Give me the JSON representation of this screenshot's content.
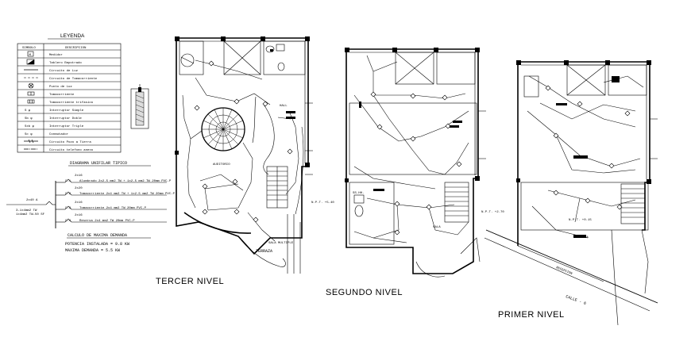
{
  "legend": {
    "title": "LEYENDA",
    "col_symbol": "SIMBOLO",
    "col_description": "DESCRIPCION",
    "rows": [
      {
        "symbol_icon": "meter-icon",
        "description": "Medidor"
      },
      {
        "symbol_icon": "panel-icon",
        "description": "Tablero Empotrado"
      },
      {
        "symbol_icon": "line-solid-icon",
        "description": "Circuito de Luz"
      },
      {
        "symbol_icon": "line-dashed-icon",
        "description": "Circuito de Tomacorriente"
      },
      {
        "symbol_icon": "light-point-icon",
        "description": "Punto de Luz"
      },
      {
        "symbol_icon": "outlet-icon",
        "description": "Tomacorriente"
      },
      {
        "symbol_icon": "outlet-3ph-icon",
        "description": "Tomacorriente trifasico"
      },
      {
        "symbol": "S φ",
        "description": "Interruptor Simple"
      },
      {
        "symbol": "Sb φ",
        "description": "Interruptor Doble"
      },
      {
        "symbol": "Sxb φ",
        "description": "Interruptor Triple"
      },
      {
        "symbol": "Sc φ",
        "description": "Conmutador"
      },
      {
        "symbol_icon": "ground-well-icon",
        "description": "Circuito Pozo a Tierra"
      },
      {
        "symbol_icon": "phone-line-icon",
        "description": "Circuito telefono anexo"
      }
    ]
  },
  "unifilar": {
    "title": "DIAGRAMA UNIFILAR TIPICO",
    "feed_label_1": "3-1x4mm2 TW",
    "feed_label_2": "1x4mm2 TW-50 SF",
    "main_breaker": "2x40 A",
    "circuits": [
      {
        "breaker": "2x16",
        "code": "C-1",
        "text": "Alumbrado 2x2.5 mm2 TW + 1x2.5 mm2 TW 20mm PVC-P"
      },
      {
        "breaker": "2x20",
        "code": "C-2",
        "text": "Tomacorriente 2x4 mm2 TW + 1x2.5 mm2 TW 20mm PVC-P"
      },
      {
        "breaker": "2x16",
        "code": "C-3",
        "text": "Tomacorriente 2x4 mm2 TW 20mm PVC-P"
      },
      {
        "breaker": "2x16",
        "code": "C-4",
        "text": "Reserva 2x4 mm2 TW 20mm PVC-P"
      }
    ]
  },
  "demand": {
    "title": "CALCULO DE MAXIMA DEMANDA",
    "line_1": "POTENCIA INSTALADA = 9.8 KW",
    "line_2": "MAXIMA DEMANDA = 5.5 KW"
  },
  "plans": {
    "third": {
      "title": "TERCER NIVEL",
      "room_1": "AUDITORIO",
      "room_2": "HALL",
      "room_3": "TERRAZA",
      "room_4": "SALA MULTIPLE",
      "tag": "N.P.T. +5.40"
    },
    "second": {
      "title": "SEGUNDO NIVEL",
      "room_1": "SALA",
      "room_2": "SS.HH.",
      "tag": "N.P.T. +2.70"
    },
    "first": {
      "title": "PRIMER NIVEL",
      "street": "CALLE - 6",
      "room_1": "RECEPCION",
      "room_2": "OFICINA",
      "tag": "N.P.T. +0.15"
    }
  }
}
